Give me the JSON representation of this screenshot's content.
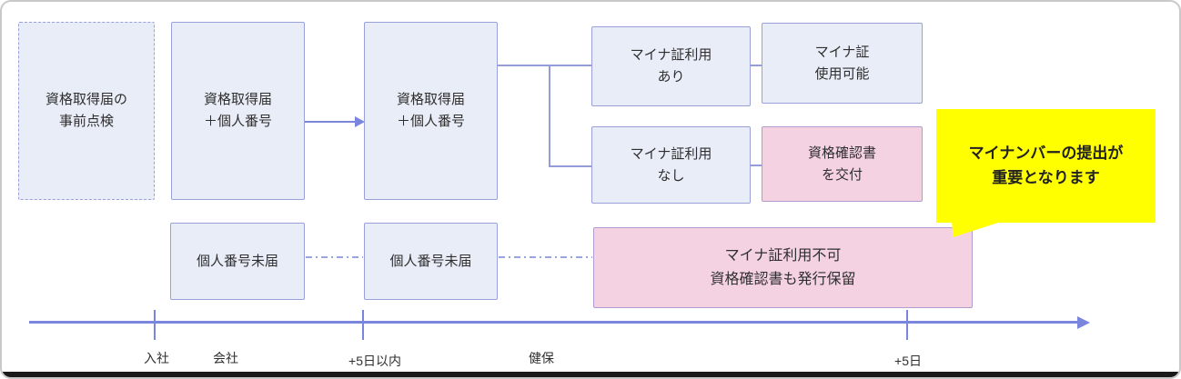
{
  "colors": {
    "accent_line": "#7a85de",
    "connector_line": "#949cd9",
    "box_fill": "#e9edf8",
    "box_border": "#9aa0d8",
    "pink_fill": "#f4d2e2",
    "pink_border": "#b09ccd",
    "callout_bg": "#ffff00",
    "text": "#2f2f2f"
  },
  "boxes": {
    "precheck": {
      "line1": "資格取得届の",
      "line2": "事前点検"
    },
    "acquisition_company": {
      "line1": "資格取得届",
      "line2": "＋個人番号"
    },
    "acquisition_kenpo": {
      "line1": "資格取得届",
      "line2": "＋個人番号"
    },
    "myna_card_yes": {
      "line1": "マイナ証利用",
      "line2": "あり"
    },
    "myna_card_usable": {
      "line1": "マイナ証",
      "line2": "使用可能"
    },
    "myna_card_no": {
      "line1": "マイナ証利用",
      "line2": "なし"
    },
    "issue_certificate": {
      "line1": "資格確認書",
      "line2": "を交付"
    },
    "number_missing_company": {
      "line1": "個人番号未届"
    },
    "number_missing_kenpo": {
      "line1": "個人番号未届"
    },
    "hold": {
      "line1": "マイナ証利用不可",
      "line2": "資格確認書も発行保留"
    }
  },
  "callout": {
    "line1": "マイナンバーの提出が",
    "line2": "重要となります"
  },
  "timeline": {
    "labels": {
      "join": "入社",
      "company": "会社",
      "within_five_days": "+5日以内",
      "kenpo": "健保",
      "plus_five_days": "+5日"
    }
  }
}
